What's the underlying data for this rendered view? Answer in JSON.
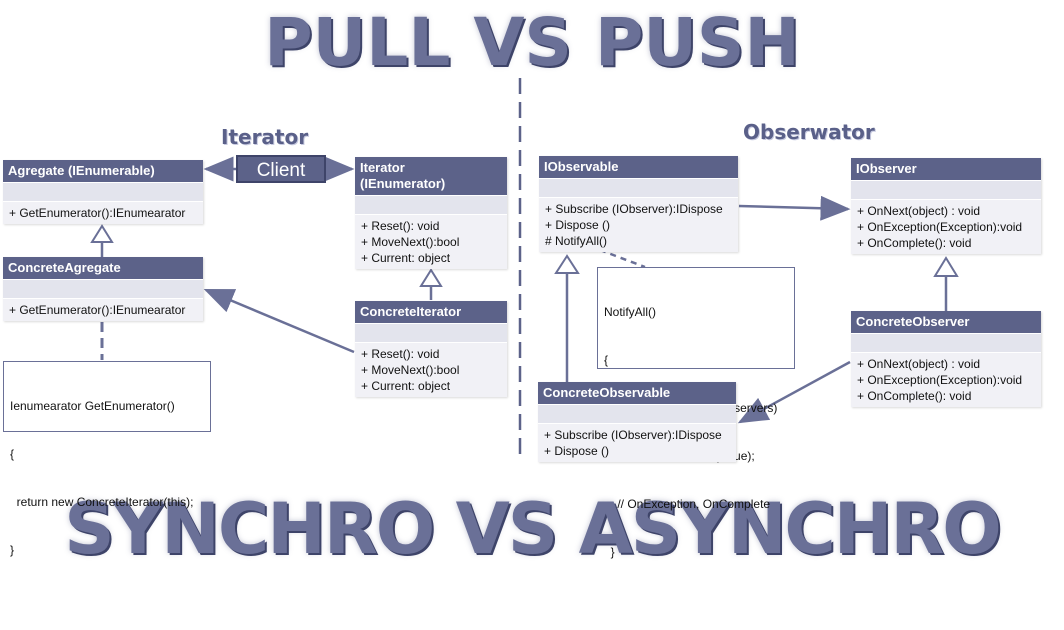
{
  "titles": {
    "top": "PULL VS PUSH",
    "bottom": "SYNCHRO VS ASYNCHRO"
  },
  "sections": {
    "iterator": "Iterator",
    "observer": "Obserwator"
  },
  "client": "Client",
  "classes": {
    "agregate": {
      "name": "Agregate (IEnumerable)",
      "ops": [
        "+ GetEnumerator():IEnumearator"
      ]
    },
    "concrete_agregate": {
      "name": "ConcreteAgregate",
      "ops": [
        "+ GetEnumerator():IEnumearator"
      ]
    },
    "iterator": {
      "name_line1": "Iterator",
      "name_line2": "(IEnumerator)",
      "ops": [
        "+ Reset(): void",
        "+ MoveNext():bool",
        "+ Current:  object"
      ]
    },
    "concrete_iterator": {
      "name": "ConcreteIterator",
      "ops": [
        "+ Reset(): void",
        "+ MoveNext():bool",
        "+ Current:  object"
      ]
    },
    "iobservable": {
      "name": "IObservable",
      "ops": [
        "+ Subscribe (IObserver):IDispose",
        "+ Dispose ()",
        "# NotifyAll()"
      ]
    },
    "concrete_observable": {
      "name": "ConcreteObservable",
      "ops": [
        "+ Subscribe (IObserver):IDispose",
        "+ Dispose ()"
      ]
    },
    "iobserver": {
      "name": "IObserver",
      "ops": [
        "+ OnNext(object) : void",
        "+ OnException(Exception):void",
        "+ OnComplete():  void"
      ]
    },
    "concrete_observer": {
      "name": "ConcreteObserver",
      "ops": [
        "+ OnNext(object) : void",
        "+ OnException(Exception):void",
        "+ OnComplete():  void"
      ]
    }
  },
  "notes": {
    "getenumerator": [
      "Ienumearator GetEnumerator()",
      "{",
      "  return new ConcreteIterator(this);",
      "}"
    ],
    "notifyall": [
      "NotifyAll()",
      "{",
      "  foreach (observer in observers)",
      "    observer . OnNext(value);",
      "    // OnException, OnComplete",
      "  }"
    ]
  }
}
